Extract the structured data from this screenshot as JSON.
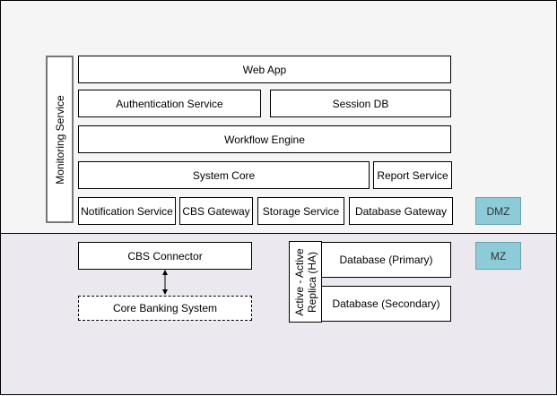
{
  "zones": {
    "dmz_label": "DMZ",
    "mz_label": "MZ"
  },
  "monitoring": "Monitoring Service",
  "services": {
    "web_app": "Web App",
    "authentication": "Authentication Service",
    "session_db": "Session DB",
    "workflow_engine": "Workflow Engine",
    "system_core": "System Core",
    "report_service": "Report Service",
    "notification_service": "Notification Service",
    "cbs_gateway": "CBS Gateway",
    "storage_service": "Storage Service",
    "database_gateway": "Database Gateway"
  },
  "mz": {
    "cbs_connector": "CBS Connector",
    "core_banking_system": "Core Banking System",
    "replica_line1": "Active - Active",
    "replica_line2": "Replica  (HA)",
    "database_primary": "Database (Primary)",
    "database_secondary": "Database (Secondary)"
  },
  "colors": {
    "dmz_background": "#f5f5f5",
    "mz_background": "#ebe8f0",
    "zone_tag": "#8ecbd8"
  }
}
